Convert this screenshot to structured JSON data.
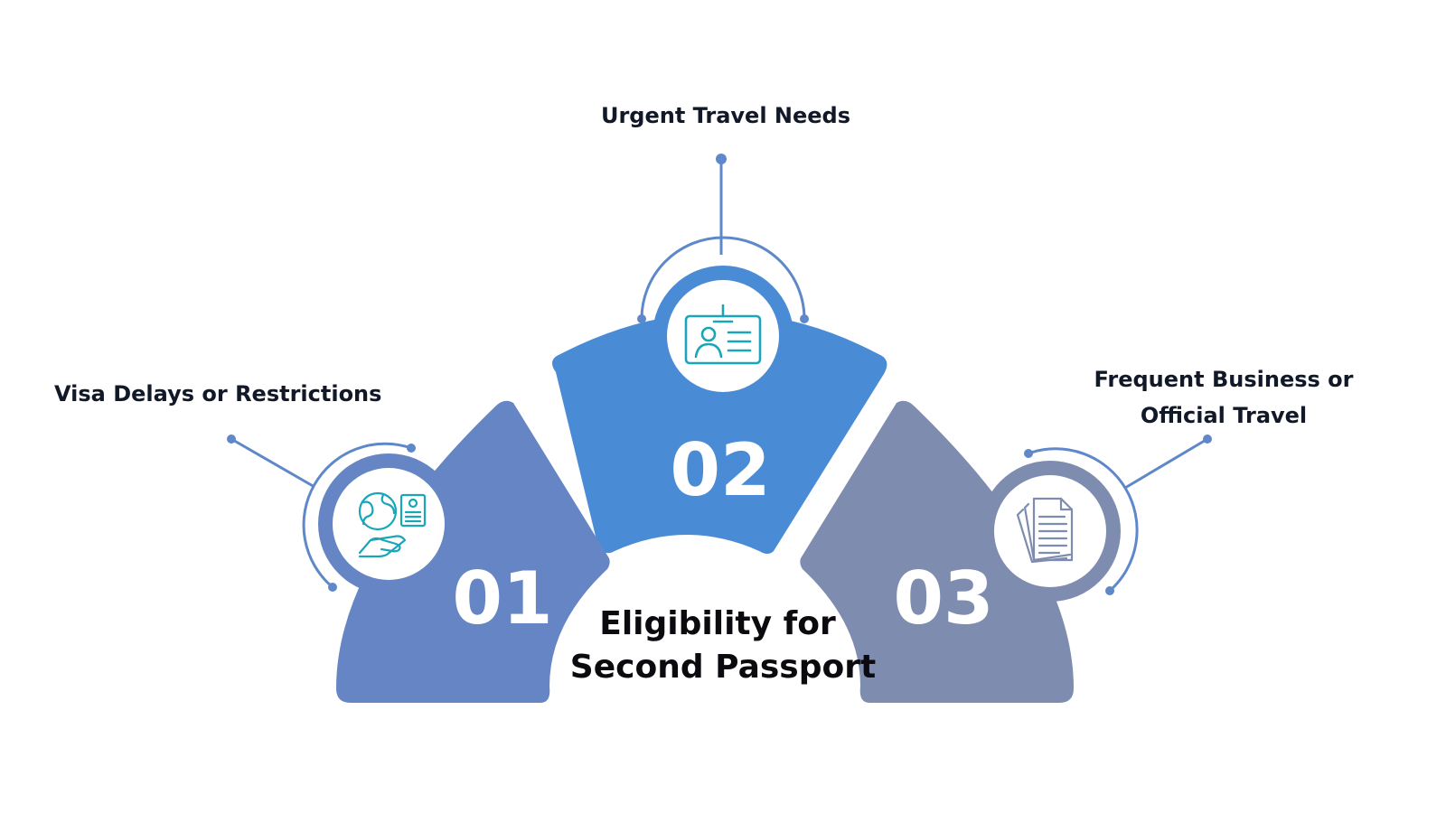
{
  "title": {
    "line1": "Eligibility for",
    "line2": "Second Passport"
  },
  "segments": [
    {
      "number": "01",
      "label_lines": [
        "Visa Delays or Restrictions"
      ],
      "color": "#6585C4",
      "icon": "globe-hand-document-icon"
    },
    {
      "number": "02",
      "label_lines": [
        "Urgent Travel Needs"
      ],
      "color": "#4A8BD6",
      "icon": "id-card-icon"
    },
    {
      "number": "03",
      "label_lines": [
        "Frequent Business or",
        "Official Travel"
      ],
      "color": "#7E8CB0",
      "icon": "documents-icon"
    }
  ],
  "colors": {
    "connector": "#5E88C9",
    "icon_stroke": "#19A6B8",
    "text": "#111827"
  }
}
